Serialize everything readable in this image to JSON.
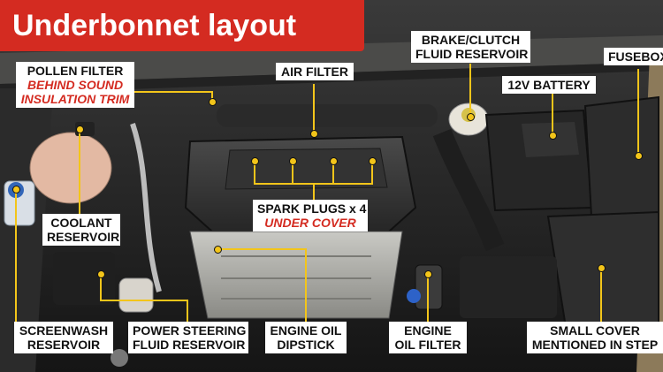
{
  "title": "Underbonnet layout",
  "colors": {
    "banner_red": "#d42b21",
    "leader_yellow": "#f3c51a",
    "label_bg": "#ffffff",
    "emphasis_red": "#d42b21"
  },
  "labels": {
    "pollen_filter": {
      "line1": "POLLEN FILTER",
      "line2": "BEHIND SOUND",
      "line3": "INSULATION TRIM"
    },
    "air_filter": {
      "line1": "AIR FILTER"
    },
    "brake_clutch": {
      "line1": "BRAKE/CLUTCH",
      "line2": "FLUID RESERVOIR"
    },
    "fusebox": {
      "line1": "FUSEBOX"
    },
    "battery": {
      "line1": "12V BATTERY"
    },
    "spark_plugs": {
      "line1": "SPARK PLUGS x 4",
      "line2": "UNDER COVER"
    },
    "coolant": {
      "line1": "COOLANT",
      "line2": "RESERVOIR"
    },
    "screenwash": {
      "line1": "SCREENWASH",
      "line2": "RESERVOIR"
    },
    "power_steering": {
      "line1": "POWER STEERING",
      "line2": "FLUID RESERVOIR"
    },
    "oil_dipstick": {
      "line1": "ENGINE OIL",
      "line2": "DIPSTICK"
    },
    "oil_filter": {
      "line1": "ENGINE",
      "line2": "OIL FILTER"
    },
    "small_cover": {
      "line1": "SMALL COVER",
      "line2": "MENTIONED IN STEP"
    }
  }
}
